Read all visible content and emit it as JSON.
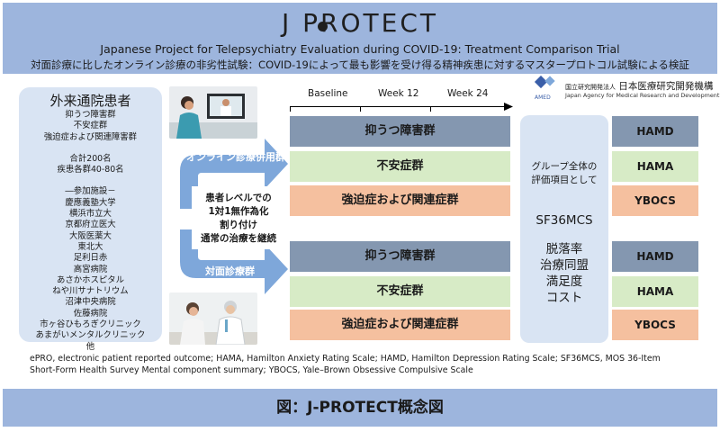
{
  "header": {
    "logo_text": "J PROTECT",
    "title_en": "Japanese Project for Telepsychiatry Evaluation during COVID-19: Treatment Comparison Trial",
    "title_jp": "対面診療に比したオンライン診療の非劣性試験：COVID-19によって最も影響を受け得る精神疾患に対するマスタープロトコル試験による検証"
  },
  "patients": {
    "title": "外来通院患者",
    "disorders": [
      "抑うつ障害群",
      "不安症群",
      "強迫症および関連障害群"
    ],
    "totals": [
      "合計200名",
      "疾患各群40-80名"
    ],
    "sites_header": "―参加施設－",
    "sites": [
      "慶應義塾大学",
      "横浜市立大",
      "京都府立医大",
      "大阪医薬大",
      "東北大",
      "足利日赤",
      "高宮病院",
      "あさかホスピタル",
      "ねや川サナトリウム",
      "沼津中央病院",
      "佐藤病院",
      "市ヶ谷ひもろぎクリニック",
      "あまがいメンタルクリニック",
      "他"
    ]
  },
  "arms": {
    "online": "オンライン診療併用群",
    "face_to_face": "対面診療群",
    "randomization": [
      "患者レベルでの",
      "1対1無作為化",
      "割り付け",
      "通常の治療を継続"
    ]
  },
  "timeline": {
    "baseline": "Baseline",
    "week12": "Week 12",
    "week24": "Week 24"
  },
  "groups": {
    "depressive": "抑うつ障害群",
    "anxiety": "不安症群",
    "ocd": "強迫症および関連症群"
  },
  "global_outcomes": {
    "lead": [
      "グループ全体の",
      "評価項目として"
    ],
    "primary": "SF36MCS",
    "secondary": [
      "脱落率",
      "治療同盟",
      "満足度",
      "コスト"
    ]
  },
  "scales": {
    "depressive": "HAMD",
    "anxiety": "HAMA",
    "ocd": "YBOCS"
  },
  "amed": {
    "name_small": "国立研究開発法人",
    "name_jp": "日本医療研究開発機構",
    "name_en": "Japan Agency for Medical Research and Development",
    "mark": "AMED"
  },
  "footnote": {
    "line1": "ePRO, electronic patient reported outcome; HAMA, Hamilton Anxiety Rating Scale; HAMD, Hamilton Depression Rating Scale; SF36MCS, MOS 36-Item",
    "line2": "Short-Form Health Survey Mental component summary; YBOCS, Yale–Brown Obsessive Compulsive Scale"
  },
  "caption": "図：J-PROTECT概念図",
  "colors": {
    "header_bg": "#9db5dd",
    "panel_bg": "#d9e4f3",
    "arrow": "#7ea7da",
    "depressive": "#8497b0",
    "anxiety": "#d7ebc6",
    "ocd": "#f5c09f"
  }
}
